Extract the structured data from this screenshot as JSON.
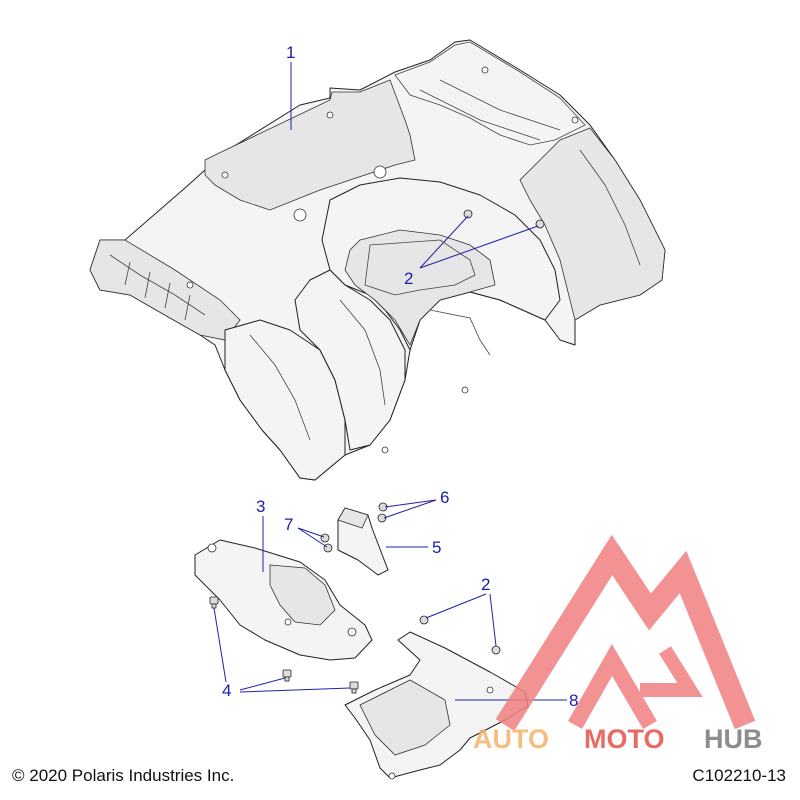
{
  "callouts": {
    "c1": "1",
    "c2a": "2",
    "c2b": "2",
    "c3": "3",
    "c4": "4",
    "c5": "5",
    "c6": "6",
    "c7": "7",
    "c8": "8"
  },
  "footer": {
    "copyright": "© 2020 Polaris Industries Inc.",
    "figure_id": "C102210-13"
  },
  "watermark": {
    "word_part1": "AUTO",
    "word_part2": "MOTO",
    "word_part3": "HUB",
    "color_light": "#f4b26a",
    "color_mid": "#e8504a",
    "color_dark": "#7a7a7a",
    "triangle_color": "#f08080"
  },
  "colors": {
    "callout": "#1a1ab0",
    "leader": "#2020a8",
    "linework": "#222222"
  }
}
